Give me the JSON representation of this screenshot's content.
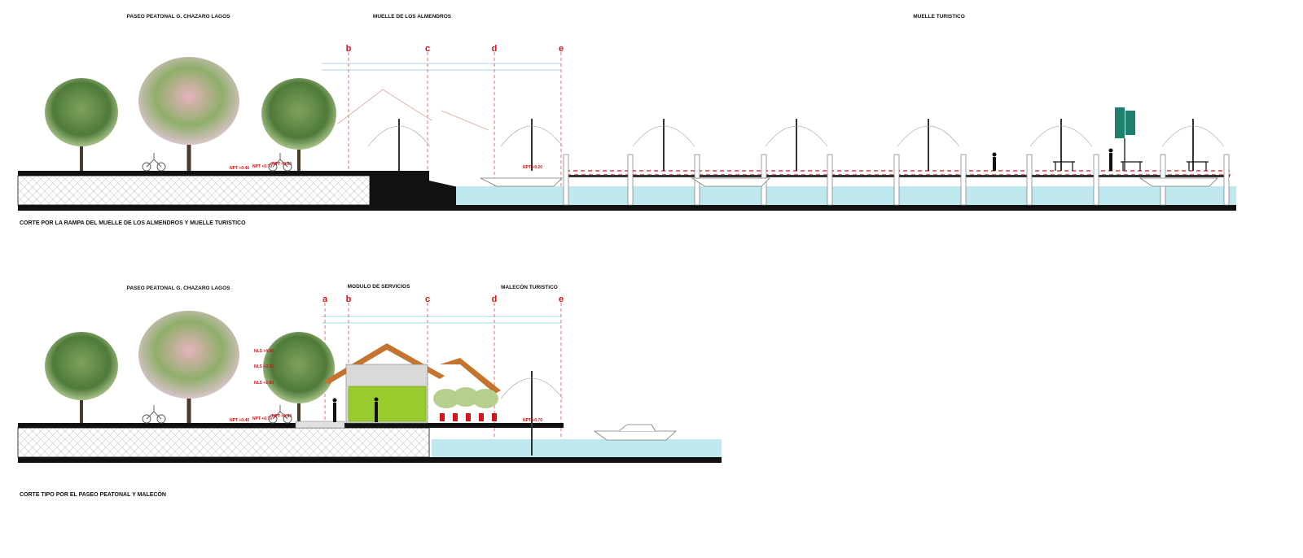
{
  "section1": {
    "zone_labels": [
      "PASEO PEATONAL G. CHAZARO LAGOS",
      "MUELLE DE LOS ALMENDROS",
      "MUELLE TURISTICO"
    ],
    "axes": [
      "b",
      "c",
      "d",
      "e"
    ],
    "levels": [
      "NPT +0.40",
      "NPT +0.70",
      "NPT +0.50",
      "NPT +0.20"
    ],
    "caption": "CORTE POR LA RAMPA DEL MUELLE DE LOS ALMENDROS Y MUELLE TURISTICO"
  },
  "section2": {
    "zone_labels": [
      "PASEO PEATONAL G. CHAZARO LAGOS",
      "MODULO DE SERVICIOS",
      "MALECÓN TURISTICO"
    ],
    "axes": [
      "a",
      "b",
      "c",
      "d",
      "e"
    ],
    "levels": [
      "NLS +4.80",
      "NLS +3.72",
      "NLS +2.80",
      "NPT +0.40",
      "NPT +0.70",
      "NPT +0.50",
      "NPT +0.70"
    ],
    "caption": "CORTE TIPO POR EL PASEO PEATONAL Y MALECÓN"
  },
  "colors": {
    "water": "#bfe9ef",
    "ground": "#111111",
    "axis": "#d0141a",
    "leaf_green": "#9acb2c",
    "sign": "#1f7f6e"
  }
}
